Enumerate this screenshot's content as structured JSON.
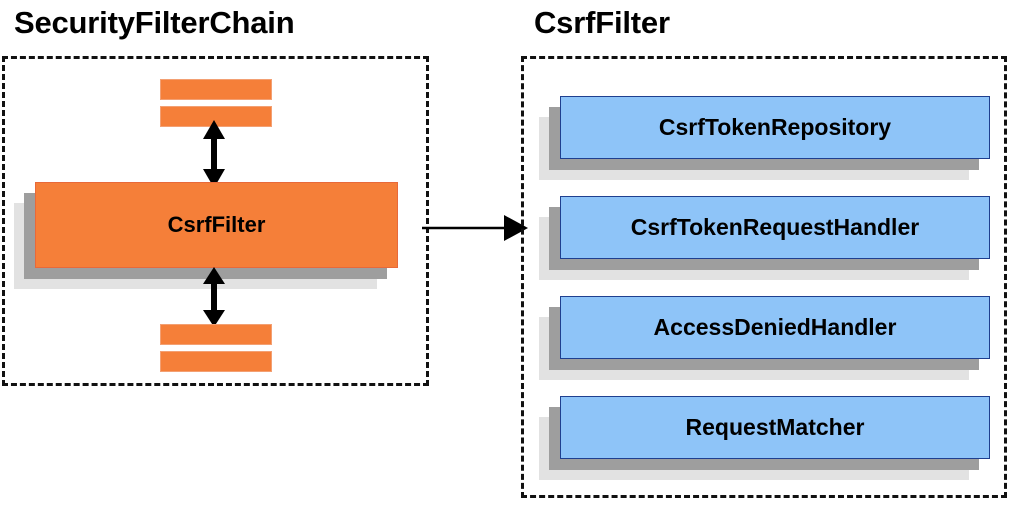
{
  "diagram": {
    "title_left": "SecurityFilterChain",
    "title_right": "CsrfFilter",
    "colors": {
      "orange_fill": "#f57f39",
      "orange_border": "#e8693a",
      "stripe_border": "#f3a073",
      "blue_fill": "#8ec4f8",
      "blue_border": "#1f3f8f",
      "shadow_mid": "#9e9e9e",
      "shadow_back": "#e2e2e2",
      "dashed_border": "#111111",
      "text": "#000000",
      "background": "#ffffff"
    }
  },
  "left_panel": {
    "title": "SecurityFilterChain",
    "main_box": {
      "label": "CsrfFilter"
    },
    "stripes_above": [
      {
        "name": "filter-stripe-above-1"
      },
      {
        "name": "filter-stripe-above-2"
      }
    ],
    "stripes_below": [
      {
        "name": "filter-stripe-below-1"
      },
      {
        "name": "filter-stripe-below-2"
      }
    ],
    "arrows": [
      {
        "name": "arrow-up-down-above",
        "style": "double-headed-vertical"
      },
      {
        "name": "arrow-up-down-below",
        "style": "double-headed-vertical"
      }
    ]
  },
  "connector": {
    "name": "arrow-left-to-right",
    "style": "single-headed-horizontal"
  },
  "right_panel": {
    "title": "CsrfFilter",
    "boxes": [
      {
        "label": "CsrfTokenRepository"
      },
      {
        "label": "CsrfTokenRequestHandler"
      },
      {
        "label": "AccessDeniedHandler"
      },
      {
        "label": "RequestMatcher"
      }
    ]
  }
}
